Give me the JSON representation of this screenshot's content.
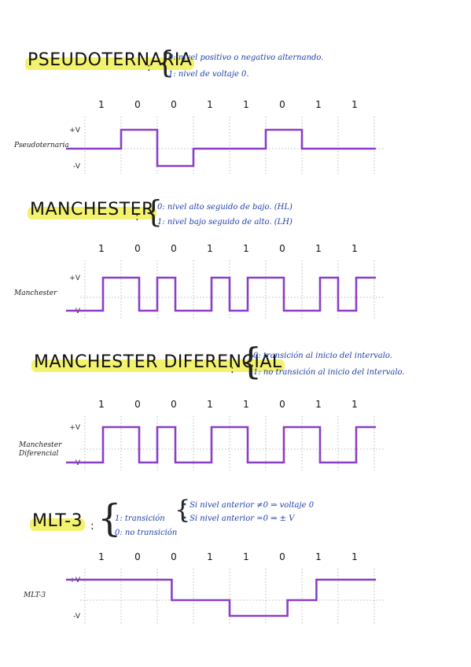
{
  "colors": {
    "wave": "#8a3fc7",
    "highlight": "#f3f26e",
    "note": "#1f3fa8",
    "grid": "#a8a8a8"
  },
  "bits": [
    "1",
    "0",
    "0",
    "1",
    "1",
    "0",
    "1",
    "1"
  ],
  "level_labels": {
    "high": "+V",
    "low": "-V"
  },
  "sections": [
    {
      "title": "PSEUDOTERNARIA",
      "notes": [
        "0: nivel positivo o negativo alternando.",
        "1: nivel de voltaje 0."
      ],
      "row_label": [
        "Pseudoternaria"
      ],
      "levels": [
        0,
        1,
        -1,
        0,
        0,
        1,
        0,
        0
      ]
    },
    {
      "title": "MANCHESTER",
      "notes": [
        "0: nivel alto seguido de bajo. (HL)",
        "1: nivel bajo seguido de alto. (LH)"
      ],
      "row_label": [
        "Manchester"
      ],
      "levels": [
        -1,
        1,
        1,
        -1,
        1,
        -1,
        -1,
        1,
        -1,
        1,
        1,
        -1,
        -1,
        1,
        -1,
        1
      ]
    },
    {
      "title": "MANCHESTER DIFERENCIAL",
      "notes": [
        "0: transición al inicio del intervalo.",
        "1: no transición al inicio del intervalo."
      ],
      "row_label": [
        "Manchester",
        "Diferencial"
      ],
      "levels": [
        -1,
        1,
        1,
        -1,
        1,
        -1,
        -1,
        1,
        1,
        -1,
        -1,
        1,
        1,
        -1,
        -1,
        1
      ]
    },
    {
      "title": "MLT-3",
      "notes": [
        "1: transición",
        "0: no transición"
      ],
      "subnotes": [
        "• Si nivel anterior ≠0 ⇒ voltaje 0",
        "• Si nivel anterior =0 ⇒ ± V"
      ],
      "row_label": [
        "MLT-3"
      ],
      "levels": [
        1,
        1,
        1,
        0,
        0,
        -1,
        -1,
        0,
        1,
        1
      ]
    }
  ]
}
